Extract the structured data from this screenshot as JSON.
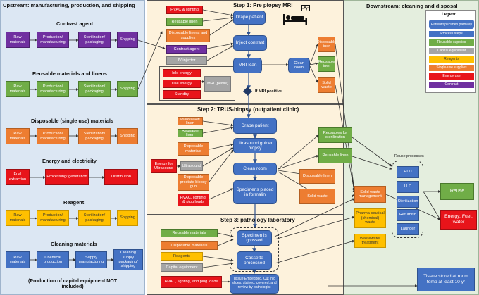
{
  "upstream": {
    "title": "Upstream: manufacturing, production, and shipping",
    "sections": [
      {
        "title": "Contrast agent",
        "color": "#7030a0",
        "boxes": [
          "Raw materials",
          "Production/ manufacturing",
          "Sterilization/ packaging",
          "Shipping"
        ]
      },
      {
        "title": "Reusable materials and linens",
        "color": "#70ad47",
        "boxes": [
          "Raw materials",
          "Production/ manufacturing",
          "Sterilization/ packaging",
          "Shipping"
        ]
      },
      {
        "title": "Disposable (single use) materials",
        "color": "#ed7d31",
        "boxes": [
          "Raw materials",
          "Production/ manufacturing",
          "Sterilization/ packaging",
          "Shipping"
        ]
      },
      {
        "title": "Energy and electricity",
        "color": "#e8141a",
        "boxes": [
          "Fuel extraction",
          "Processing/ generation",
          "Distribution"
        ]
      },
      {
        "title": "Reagent",
        "color": "#ffc000",
        "boxes": [
          "Raw materials",
          "Production/ manufacturing",
          "Sterilization/ packaging",
          "Shipping"
        ]
      },
      {
        "title": "Cleaning materials",
        "color": "#4472c4",
        "boxes": [
          "Raw materials",
          "Chemical production",
          "Supply manufacturing",
          "Cleaning supply packaging/ shipping"
        ]
      }
    ],
    "footnote": "(Production of capital equipment NOT included)"
  },
  "step1": {
    "title": "Step 1: Pre piopsy MRI",
    "inputs": [
      "HVAC & lighting",
      "Reusable linen",
      "Disposable linens and supplies",
      "Contrast agent",
      "IV injector"
    ],
    "mri_inputs": [
      "Idle energy",
      "Use energy",
      "Standby"
    ],
    "mri_machine": "MRI (pelvis)",
    "processes": [
      "Drape patient",
      "Inject contrast",
      "MRI Ican"
    ],
    "clean_room": "Clean room",
    "outputs": [
      "Disposable linen",
      "Reusable linen",
      "Solid waste"
    ],
    "condition": "If MRI positive"
  },
  "step2": {
    "title": "Step 2: TRUS-biopsy (outpatient clinic)",
    "inputs": [
      "Disposable linen",
      "Reusable linen",
      "Disposable materials",
      "Ultrasound",
      "Disposable prostate biopsy gun",
      "HVAC, lighting, & plug loads"
    ],
    "side_input": "Energy for Ultrasound",
    "processes": [
      "Drape patient",
      "Ultrasound guided biopsy",
      "Clean room",
      "Specimens placed in formalin"
    ],
    "outputs": [
      "Reusables for sterilization",
      "Reusable linen",
      "Disposable linen",
      "Solid waste"
    ]
  },
  "step3": {
    "title": "Step 3: pathology laboratory",
    "inputs": [
      "Reusable materials",
      "Disposable materials",
      "Reagents",
      "Capital equipment",
      "HVAC, lighting, and plug loads"
    ],
    "processes": [
      "Specimen is grossed",
      "Cassette processed"
    ],
    "final_process": "Tissue Embedded, Cut into slides, stained, covered, and review by pathologist"
  },
  "downstream": {
    "title": "Downstream: cleaning and disposal",
    "solid_waste_mgmt": "Solid waste management",
    "pharma_waste": "Pharma-ceutical (chemical) waste",
    "wastewater": "Wastewater treatment",
    "reuse_label": "Reuse processes",
    "reuse_steps": [
      "HLD",
      "LLD",
      "Sterilization",
      "Refurbish",
      "Launder"
    ],
    "reuse": "Reuse",
    "energy": "Energy, Fuel, water",
    "storage": "Tissue stored at room temp at least 10 yr"
  },
  "legend": {
    "title": "Legend",
    "items": [
      {
        "label": "Patient/specimen pathway",
        "color": "#4472c4"
      },
      {
        "label": "Process steps",
        "color": "#4472c4"
      },
      {
        "label": "Reusable supplies",
        "color": "#70ad47"
      },
      {
        "label": "Capital equipment",
        "color": "#a5a5a5"
      },
      {
        "label": "Reagents",
        "color": "#ffc000"
      },
      {
        "label": "Single-use supplies",
        "color": "#ed7d31"
      },
      {
        "label": "Energy use",
        "color": "#e8141a"
      },
      {
        "label": "Contrast",
        "color": "#7030a0"
      }
    ]
  }
}
